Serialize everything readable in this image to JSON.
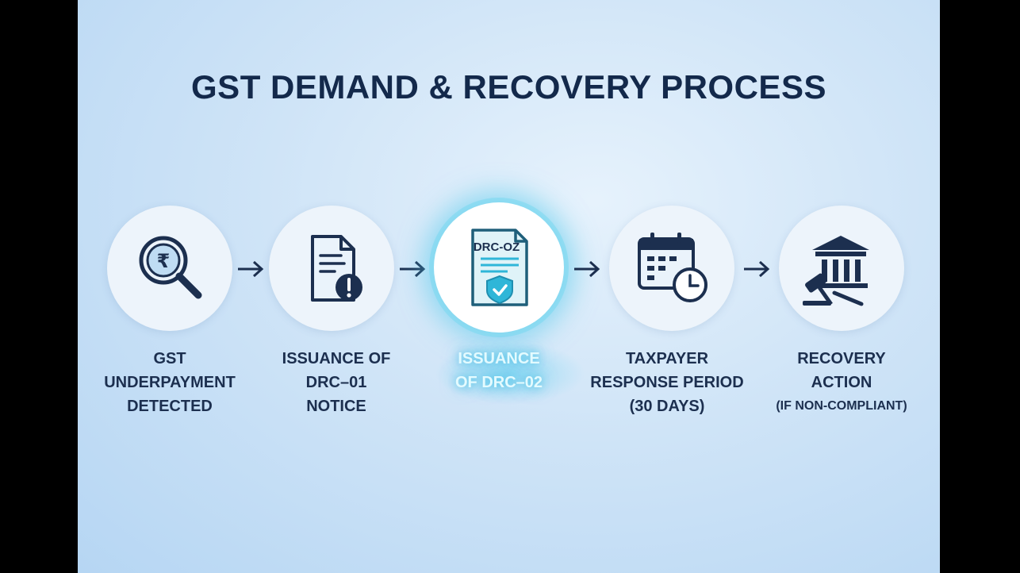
{
  "title": "GST DEMAND & RECOVERY PROCESS",
  "steps": [
    {
      "lines": [
        "GST",
        "UNDERPAYMENT",
        "DETECTED"
      ],
      "icon": "rupee-magnifier-icon"
    },
    {
      "lines": [
        "ISSUANCE OF",
        "DRC–01",
        "NOTICE"
      ],
      "icon": "document-alert-icon"
    },
    {
      "lines": [
        "ISSUANCE",
        "OF DRC–02"
      ],
      "icon": "drc-document-shield-icon",
      "doc_label": "DRC-OZ",
      "highlighted": true
    },
    {
      "lines": [
        "TAXPAYER",
        "RESPONSE PERIOD",
        "(30 DAYS)"
      ],
      "icon": "calendar-clock-icon"
    },
    {
      "lines": [
        "RECOVERY",
        "ACTION",
        "(IF NON-COMPLIANT)"
      ],
      "icon": "gavel-court-icon"
    }
  ],
  "colors": {
    "ink": "#1c2f4f",
    "title": "#13294b",
    "accent": "#2fb6d8",
    "circle": "#edf4fb"
  }
}
